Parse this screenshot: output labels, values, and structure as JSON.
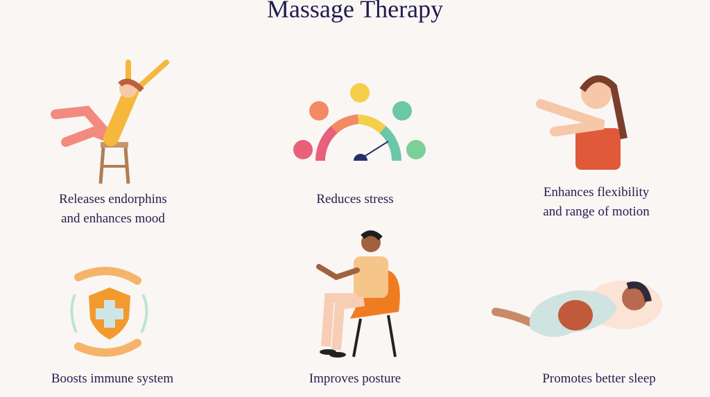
{
  "title": "Massage Therapy",
  "benefits": [
    {
      "label_1": "Releases endorphins",
      "label_2": "and enhances mood",
      "icon": "happy-person-on-stool"
    },
    {
      "label_1": "Reduces stress",
      "icon": "stress-gauge-with-faces"
    },
    {
      "label_1": "Enhances flexibility",
      "label_2": "and range of motion",
      "icon": "woman-stretching"
    },
    {
      "label_1": "Boosts immune system",
      "icon": "shield-with-hands"
    },
    {
      "label_1": "Improves posture",
      "icon": "man-in-chair"
    },
    {
      "label_1": "Promotes better sleep",
      "icon": "sleeping-person"
    }
  ],
  "colors": {
    "background": "#faf6f4",
    "text": "#23204f"
  }
}
